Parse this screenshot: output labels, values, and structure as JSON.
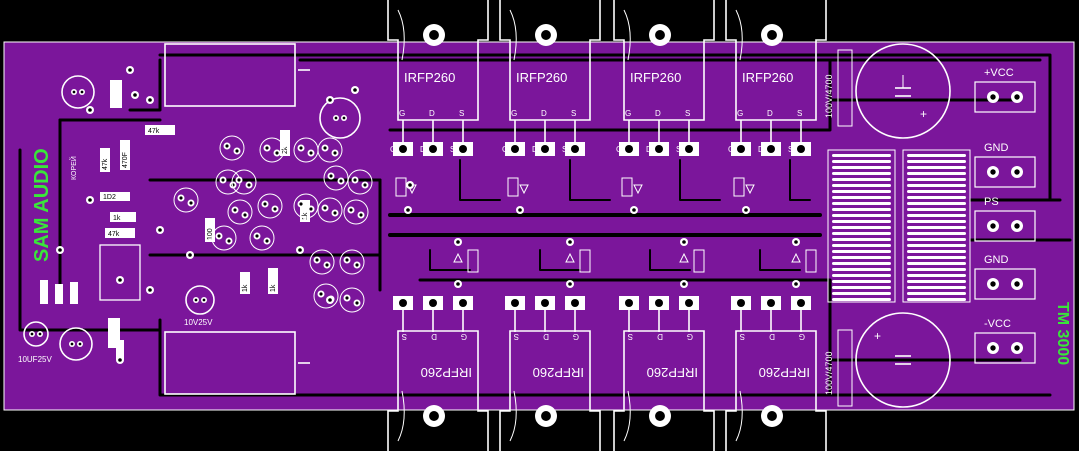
{
  "board": {
    "brand": "SAM AUDIO",
    "brand_small": "КОРЕЙ",
    "model": "TM 3000",
    "colors": {
      "board": "#7b169b",
      "background": "#000000",
      "silk": "#ffffff",
      "accent": "#39e63a"
    }
  },
  "transistors": {
    "part": "IRFP260",
    "pin_top": [
      "G",
      "D",
      "S"
    ],
    "pin_bottom": [
      "S",
      "D",
      "G"
    ]
  },
  "caps": {
    "main": "100V/4700",
    "small": "10V25V",
    "small2": "10UF25V"
  },
  "terminals": [
    "+VCC",
    "GND",
    "PS",
    "GND",
    "-VCC"
  ],
  "resistors": [
    "47k",
    "1k",
    "47k",
    "1D2",
    "47k",
    "470F",
    "100",
    "1k",
    "1k",
    "2k",
    "1k"
  ]
}
